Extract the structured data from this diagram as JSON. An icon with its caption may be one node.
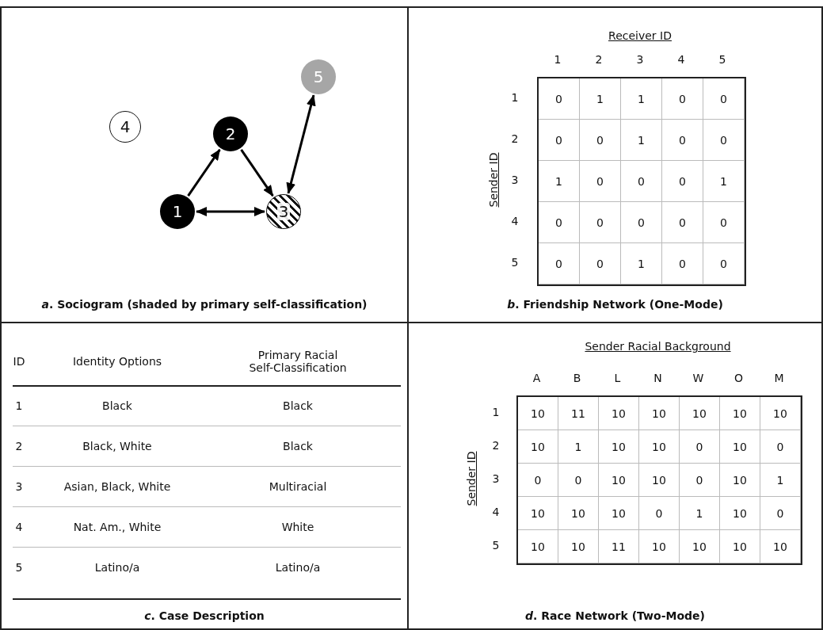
{
  "diagram": {
    "nodes": [
      {
        "text": [
          "*a*. Sociogram (shaded by primary self-classification)"
        ]
      },
      {
        "text": [
          "1"
        ],
        "in": 0
      },
      {
        "text": [
          "2"
        ],
        "in": 0
      },
      {
        "text": [
          "3"
        ],
        "in": 0
      },
      {
        "text": [
          "4"
        ],
        "in": 0
      },
      {
        "text": [
          "5"
        ],
        "in": 0
      },
      {
        "text": [
          "*b*. Friendship Network (One-Mode)"
        ]
      },
      {
        "text": [
          "*c*. Case Description"
        ]
      },
      {
        "text": [
          "*d*. Race Network (Two-Mode)"
        ]
      }
    ],
    "edges": [
      {
        "from": 1,
        "to": 2,
        "arrow": "to"
      },
      {
        "from": 2,
        "to": 3,
        "arrow": "to"
      },
      {
        "from": 1,
        "to": 3,
        "arrow": "both"
      },
      {
        "from": 3,
        "to": 5,
        "arrow": "both"
      }
    ],
    "labels": [
      "Receiver ID",
      "1",
      "2",
      "3",
      "4",
      "5",
      "Sender ID",
      "1",
      "0",
      "1",
      "1",
      "0",
      "0",
      "2",
      "0",
      "0",
      "1",
      "0",
      "0",
      "3",
      "1",
      "0",
      "0",
      "0",
      "1",
      "4",
      "0",
      "0",
      "0",
      "0",
      "0",
      "5",
      "0",
      "0",
      "1",
      "0",
      "0",
      "ID",
      "Identity Options",
      "Primary Racial Self-Classification",
      "1",
      "Black",
      "Black",
      "2",
      "Black, White",
      "Black",
      "3",
      "Asian, Black, White",
      "Multiracial",
      "4",
      "Nat. Am., White",
      "White",
      "5",
      "Latino/a",
      "Latino/a",
      "Sender Racial Background",
      "A",
      "B",
      "L",
      "N",
      "W",
      "O",
      "M",
      "Sender ID",
      "1",
      "10",
      "11",
      "10",
      "10",
      "10",
      "10",
      "10",
      "2",
      "10",
      "1",
      "10",
      "10",
      "0",
      "10",
      "0",
      "3",
      "0",
      "0",
      "10",
      "10",
      "0",
      "10",
      "1",
      "4",
      "10",
      "10",
      "10",
      "0",
      "1",
      "10",
      "0",
      "5",
      "10",
      "10",
      "11",
      "10",
      "10",
      "10",
      "10"
    ]
  }
}
